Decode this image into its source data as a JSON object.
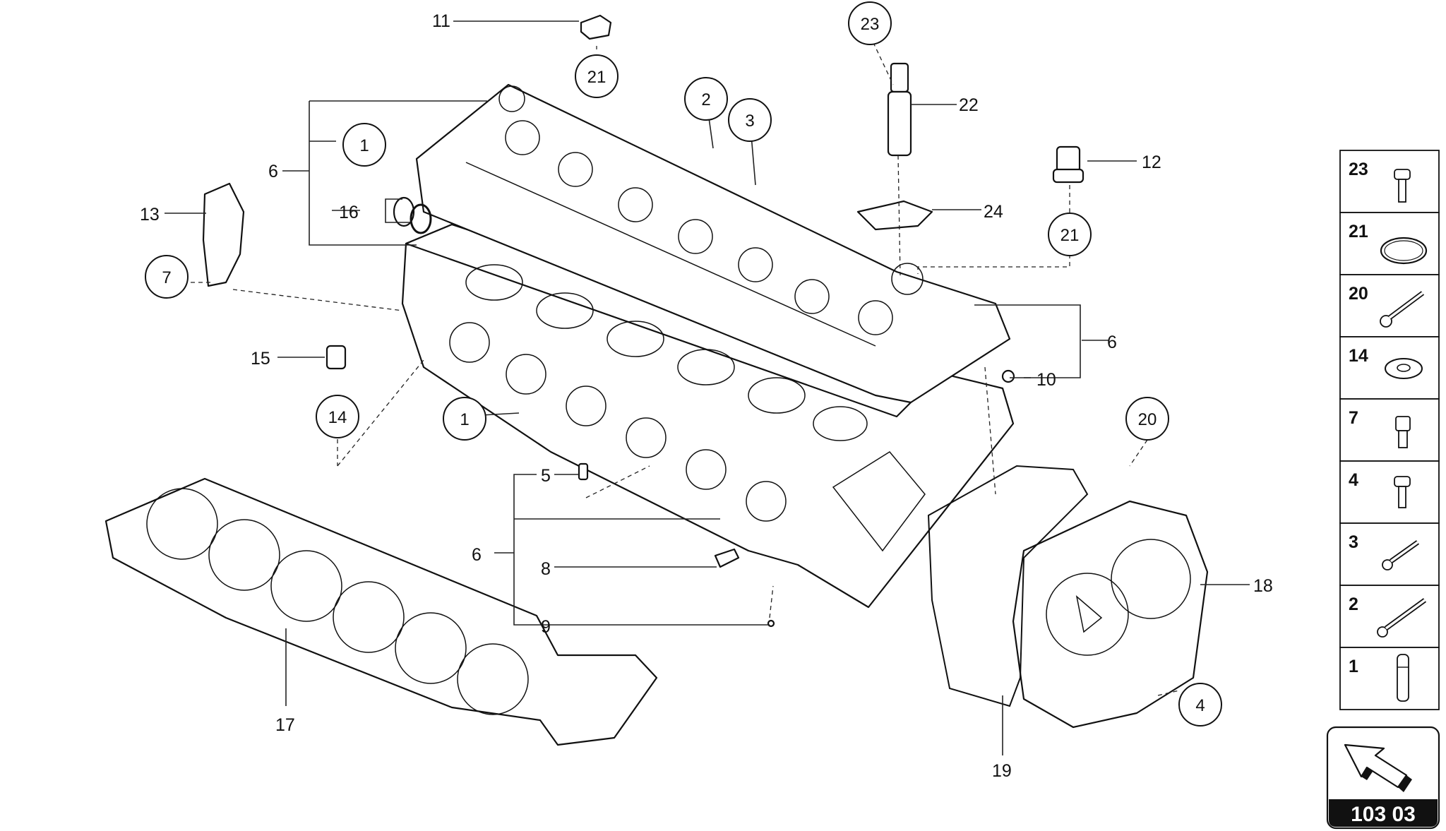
{
  "callouts": {
    "c23": "23",
    "c21a": "21",
    "c2": "2",
    "c3": "3",
    "c1a": "1",
    "c7": "7",
    "c21b": "21",
    "c14": "14",
    "c1b": "1",
    "c20": "20",
    "c4": "4"
  },
  "labels": {
    "l11": "11",
    "l22": "22",
    "l12": "12",
    "l6a": "6",
    "l16": "16",
    "l13": "13",
    "l24": "24",
    "l6b": "6",
    "l15": "15",
    "l10": "10",
    "l5": "5",
    "l6c": "6",
    "l8": "8",
    "l9": "9",
    "l18": "18",
    "l17": "17",
    "l19": "19"
  },
  "legend": [
    {
      "num": "23",
      "icon": "screw-icon"
    },
    {
      "num": "21",
      "icon": "o-ring-icon"
    },
    {
      "num": "20",
      "icon": "long-bolt-icon"
    },
    {
      "num": "14",
      "icon": "washer-icon"
    },
    {
      "num": "7",
      "icon": "socket-screw-icon"
    },
    {
      "num": "4",
      "icon": "screw-icon"
    },
    {
      "num": "3",
      "icon": "bolt-icon"
    },
    {
      "num": "2",
      "icon": "long-bolt-icon"
    },
    {
      "num": "1",
      "icon": "dowel-pin-icon"
    }
  ],
  "page_ref": "103 03"
}
